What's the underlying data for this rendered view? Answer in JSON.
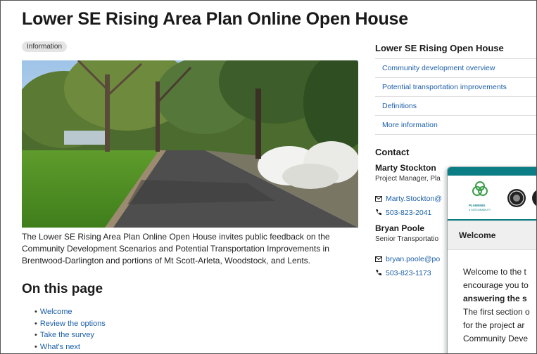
{
  "page": {
    "title": "Lower SE Rising Area Plan Online Open House",
    "badge": "Information",
    "description": "The Lower SE Rising Area Plan Online Open House invites public feedback on the Community Development Scenarios and Potential Transportation Improvements in Brentwood-Darlington and portions of Mt Scott-Arleta, Woodstock, and Lents.",
    "on_this_page_heading": "On this page",
    "toc": [
      "Welcome",
      "Review the options",
      "Take the survey",
      "What's next"
    ]
  },
  "sidebar": {
    "heading": "Lower SE Rising Open House",
    "nav": [
      "Community development overview",
      "Potential transportation improvements",
      "Definitions",
      "More information"
    ],
    "contact_heading": "Contact",
    "contacts": [
      {
        "name": "Marty Stockton",
        "role": "Project Manager, Pla",
        "email": "Marty.Stockton@",
        "phone": "503-823-2041"
      },
      {
        "name": "Bryan Poole",
        "role": "Senior Transportatio",
        "email": "bryan.poole@po",
        "phone": "503-823-1173"
      }
    ]
  },
  "modal": {
    "logo_text": "PLANNING & SUSTAINABILITY",
    "welcome_label": "Welcome",
    "body_line1": "Welcome to the t",
    "body_line2": "encourage you to",
    "body_line3": "answering the s",
    "body_line4": "The first section o",
    "body_line5": "for the project ar",
    "body_line6": "Community Deve"
  },
  "colors": {
    "link": "#1c5fa8",
    "teal": "#0b7d85",
    "badge_bg": "#e4e4e4"
  }
}
